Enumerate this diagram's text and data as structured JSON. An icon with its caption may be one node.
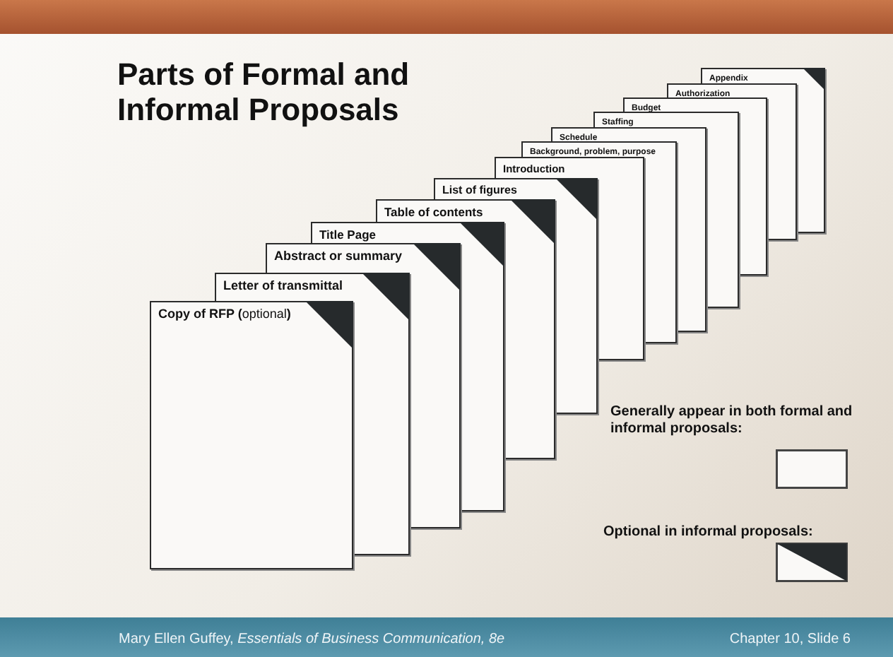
{
  "diagram": {
    "title": "Parts of Formal and Informal Proposals",
    "nodes": [
      {
        "text": [
          "**Copy of RFP (**optional**)**"
        ]
      },
      {
        "text": [
          "Letter of transmittal"
        ]
      },
      {
        "text": [
          "Abstract or summary"
        ]
      },
      {
        "text": [
          "Title Page"
        ]
      },
      {
        "text": [
          "Table of contents"
        ]
      },
      {
        "text": [
          "List of figures"
        ]
      },
      {
        "text": [
          "Introduction"
        ]
      },
      {
        "text": [
          "Background, problem, purpose"
        ]
      },
      {
        "text": [
          "Schedule"
        ]
      },
      {
        "text": [
          "Staffing"
        ]
      },
      {
        "text": [
          "Budget"
        ]
      },
      {
        "text": [
          "Authorization"
        ]
      },
      {
        "text": [
          "Appendix"
        ]
      }
    ],
    "labels": [
      "Mary Ellen Guffey, *Essentials of Business Communication, 8e*",
      "Chapter 10, Slide 6"
    ],
    "legend": [
      {
        "text": "Generally appear in both formal and informal proposals:"
      },
      {
        "text": "Optional in informal proposals:"
      }
    ]
  }
}
